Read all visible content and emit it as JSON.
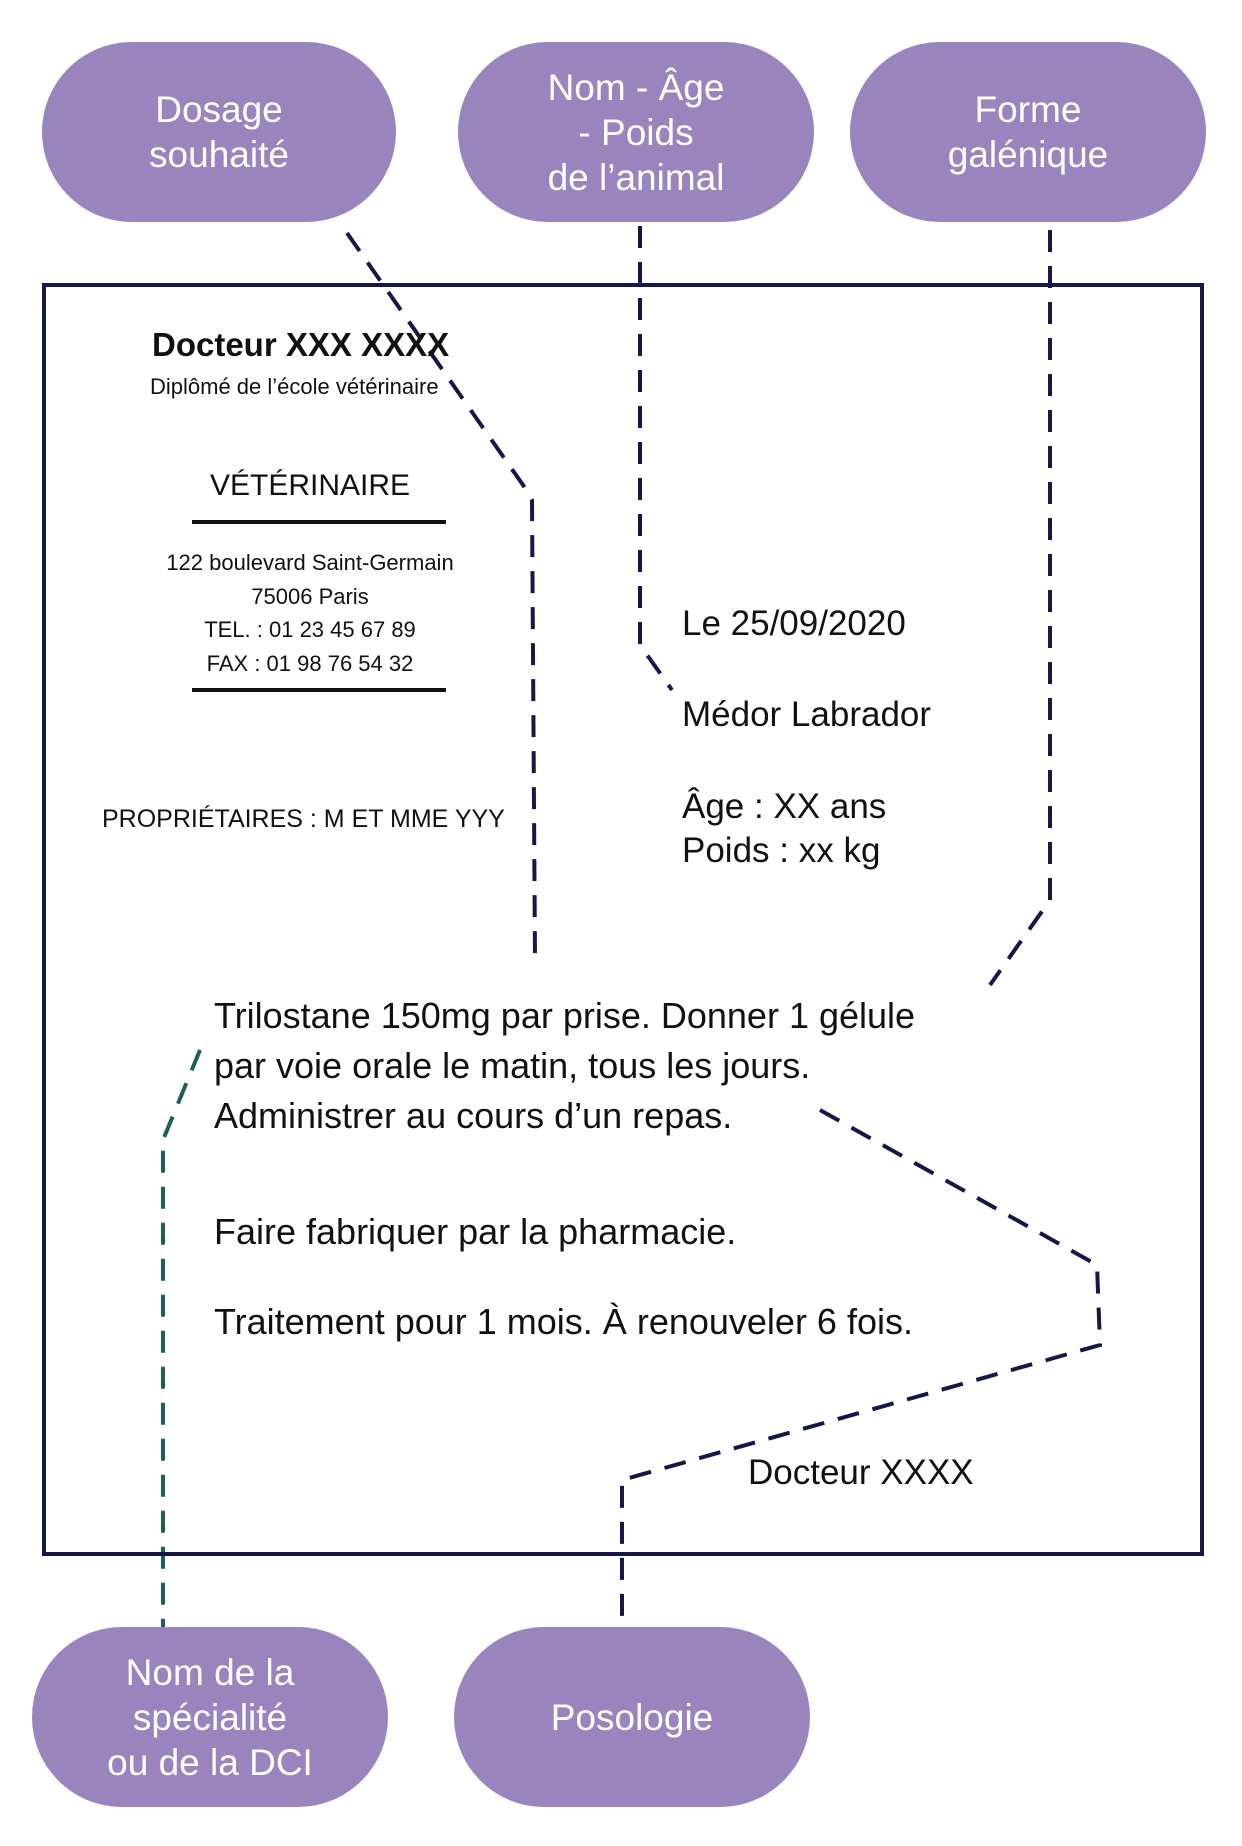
{
  "colors": {
    "bubble_fill": "#9a84bd",
    "bubble_text": "#ffffff",
    "frame_border": "#15174a",
    "connector_navy": "#15174a",
    "connector_teal": "#1f5f5b"
  },
  "labels": {
    "dosage": "Dosage\nsouhaité",
    "nom_age_poids": "Nom - Âge\n- Poids\nde l’animal",
    "forme": "Forme\ngalénique",
    "specialite": "Nom de la\nspécialité\nou de la DCI",
    "posologie": "Posologie"
  },
  "prescription": {
    "doctor_name": "Docteur XXX XXXX",
    "diploma": "Diplômé de l’école vétérinaire",
    "title": "VÉTÉRINAIRE",
    "address_street": "122 boulevard Saint-Germain",
    "address_city": "75006 Paris",
    "phone": "TEL. : 01 23 45 67 89",
    "fax": "FAX : 01 98 76 54 32",
    "owners": "PROPRIÉTAIRES : M ET MME YYY",
    "date": "Le 25/09/2020",
    "animal": "Médor Labrador",
    "age": "Âge : XX ans",
    "weight": "Poids : xx kg",
    "rx_line_1": "Trilostane 150mg par prise. Donner 1 gélule",
    "rx_line_2": "par voie orale le matin, tous les jours.",
    "rx_line_3": "Administrer au cours d’un repas.",
    "manufacture": "Faire fabriquer par la pharmacie.",
    "treatment": "Traitement pour 1 mois. À renouveler 6 fois.",
    "signature": "Docteur XXXX"
  }
}
